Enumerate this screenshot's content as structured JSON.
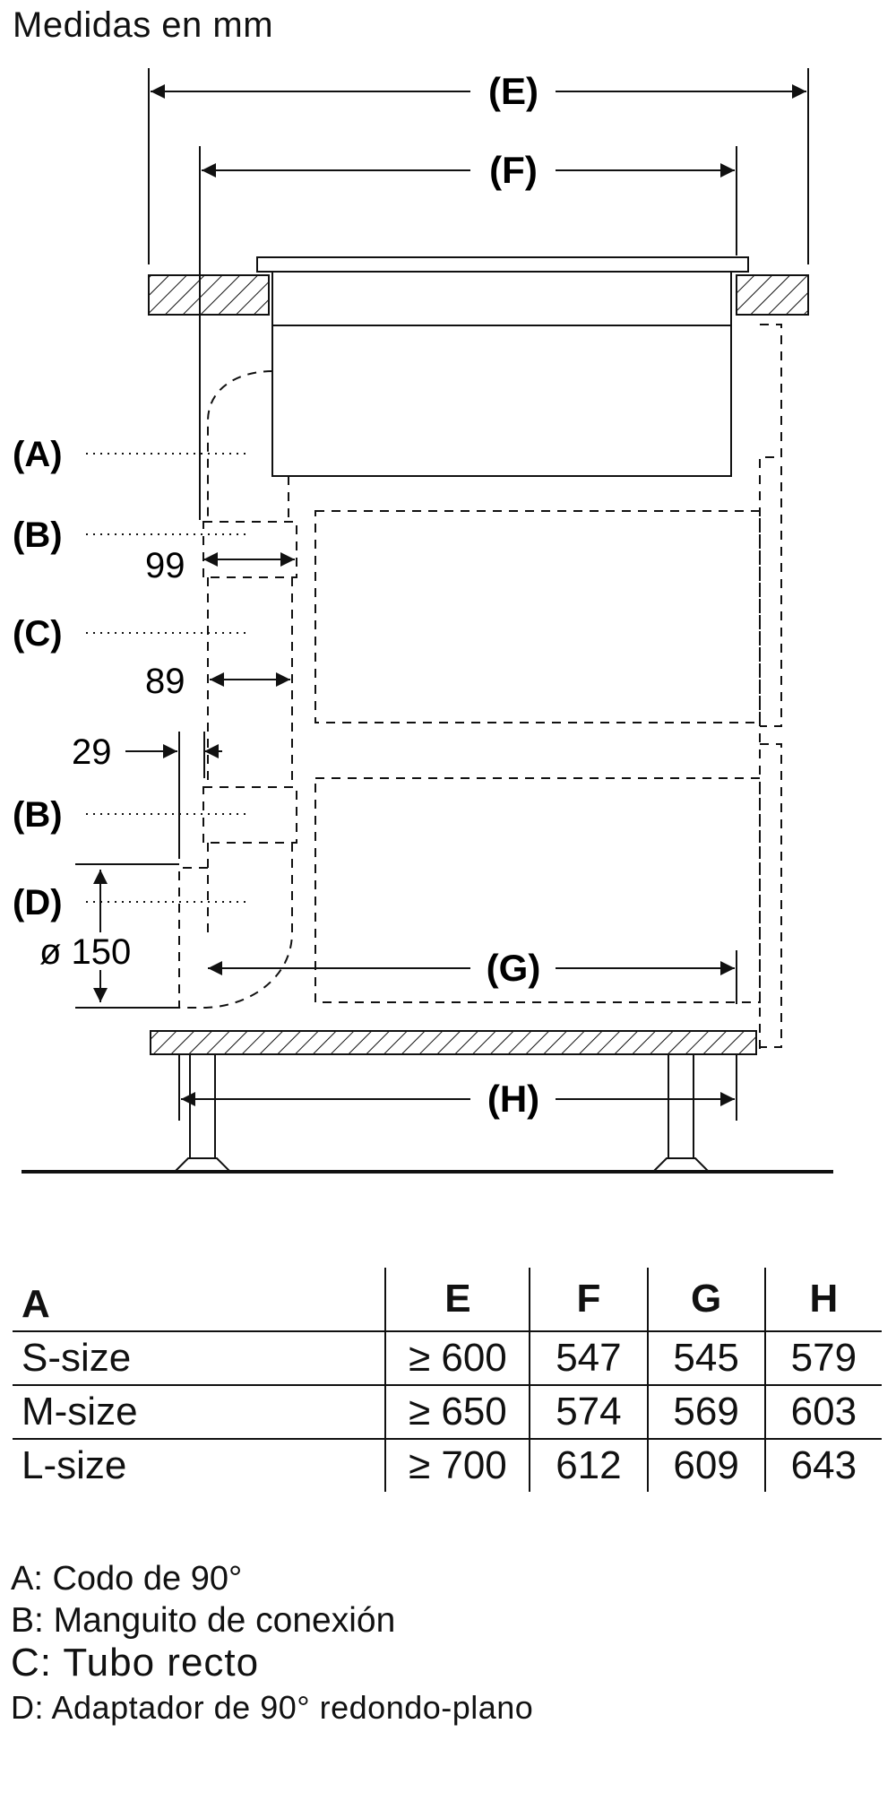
{
  "header": {
    "units": "Medidas en mm"
  },
  "diagram": {
    "dimension_letters": {
      "e": "(E)",
      "f": "(F)",
      "g": "(G)",
      "h": "(H)"
    },
    "callouts": {
      "a": "(A)",
      "b1": "(B)",
      "c": "(C)",
      "b2": "(B)",
      "d": "(D)"
    },
    "measurements": {
      "m99": "99",
      "m89": "89",
      "m29": "29",
      "diameter": "ø 150"
    }
  },
  "table": {
    "headers": [
      "A",
      "E",
      "F",
      "G",
      "H"
    ],
    "rows": [
      [
        "S-size",
        "≥ 600",
        "547",
        "545",
        "579"
      ],
      [
        "M-size",
        "≥ 650",
        "574",
        "569",
        "603"
      ],
      [
        "L-size",
        "≥ 700",
        "612",
        "609",
        "643"
      ]
    ]
  },
  "legend": {
    "a": "A: Codo de 90°",
    "b": "B: Manguito de conexión",
    "c": "C: Tubo recto",
    "d": "D: Adaptador de 90° redondo-plano"
  },
  "colors": {
    "ink": "#111111",
    "background": "#ffffff"
  }
}
